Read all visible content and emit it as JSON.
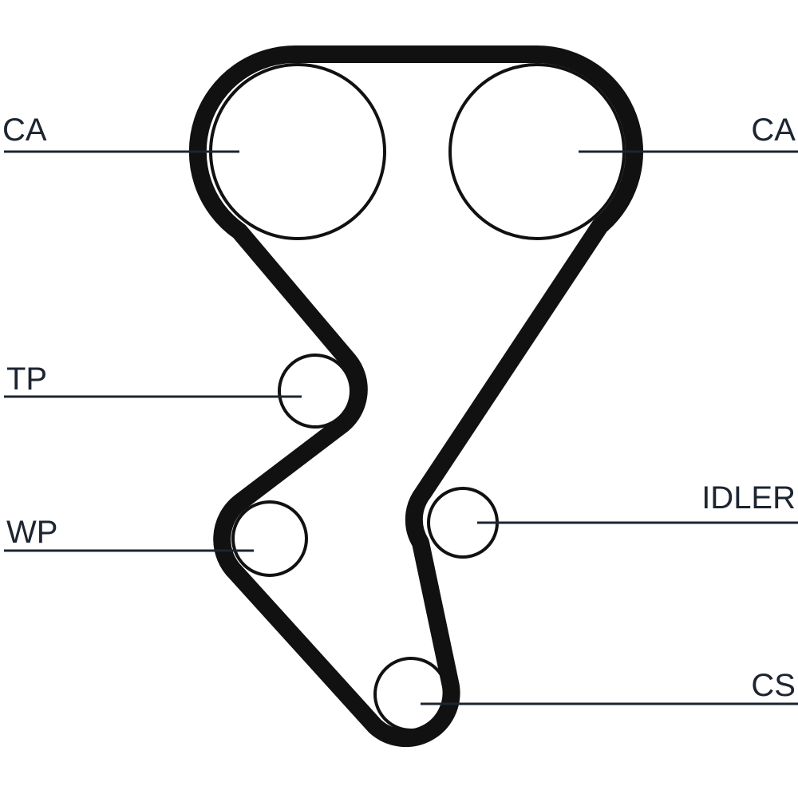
{
  "title": "Timing belt routing diagram",
  "labels": {
    "camshaft_left": "CA",
    "camshaft_right": "CA",
    "tensioner": "TP",
    "water_pump": "WP",
    "idler": "IDLER",
    "crankshaft": "CS"
  },
  "colors": {
    "belt": "#111111",
    "text": "#1c2530",
    "background": "#ffffff"
  }
}
